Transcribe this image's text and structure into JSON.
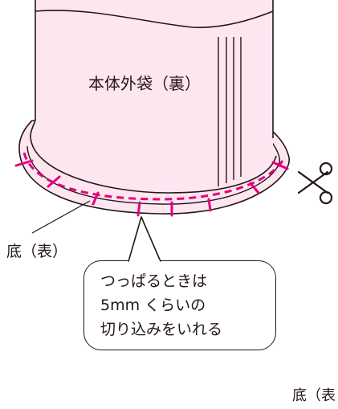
{
  "labels": {
    "body_bag_inside": "本体外袋（裏）",
    "bottom_outside": "底（表）",
    "bottom_outside_repeat": "底（表"
  },
  "callout": {
    "lines": [
      "つっぱるときは",
      "5mm くらいの",
      "切り込みをいれる"
    ]
  },
  "colors": {
    "fabric_fill": "#fde6f0",
    "stitch": "#e4007f",
    "outline": "#231815"
  },
  "icons": {
    "cut_tool": "scissors-icon"
  }
}
